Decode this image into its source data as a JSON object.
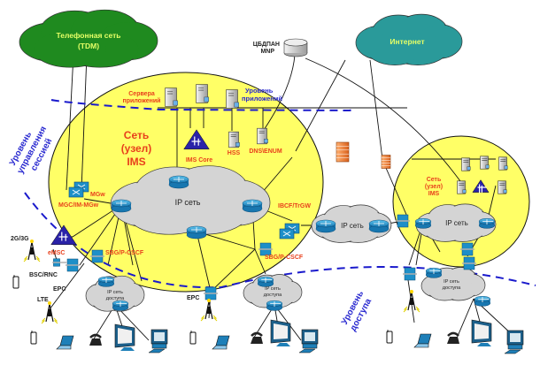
{
  "clouds": {
    "tdm": {
      "line1": "Телефонная сеть",
      "line2": "(TDM)"
    },
    "internet": "Интернет",
    "ip_core": "IP сеть",
    "ip_transit": "IP сеть",
    "ip_right": "IP сеть",
    "access_line1": "IP сеть",
    "access_line2": "доступа"
  },
  "db": {
    "line1": "ЦБДПАН",
    "line2": "MNP"
  },
  "ims_main": {
    "line1": "Сеть",
    "line2": "(узел)",
    "line3": "IMS"
  },
  "ims_small": {
    "line1": "Сеть",
    "line2": "(узел)",
    "line3": "IMS"
  },
  "levels": {
    "apps": {
      "line1": "Уровень",
      "line2": "приложений"
    },
    "session": {
      "line1": "Уровень",
      "line2": "управления",
      "line3": "сессией"
    },
    "access": {
      "line1": "Уровень",
      "line2": "доступа"
    }
  },
  "nodes": {
    "app_servers": {
      "line1": "Сервера",
      "line2": "приложений"
    },
    "ims_core": "IMS Core",
    "hss": "HSS",
    "dns_enum": "DNS\\ENUM",
    "mgw": "MGw",
    "mgc": "MGC/IM-MGw",
    "emsc": "eMSC",
    "g23": "2G/3G",
    "bsc": "BSC/RNC",
    "epc": "EPC",
    "lte": "LTE",
    "sbg_left": "SBG/P-CSCF",
    "sbg_mid": "SBG/P-CSCF",
    "ibcf": "IBCF/TrGW"
  },
  "colors": {
    "ims_fill": "#ffff66",
    "tdm_cloud": "#1f8a1f",
    "tdm_text": "#e6ff66",
    "internet_cloud": "#2a9a9a",
    "ip_cloud": "#d4d4d4",
    "device_blue": "#1e8fc8",
    "dashed_line": "#1a1acc",
    "label_red": "#e8401c"
  }
}
